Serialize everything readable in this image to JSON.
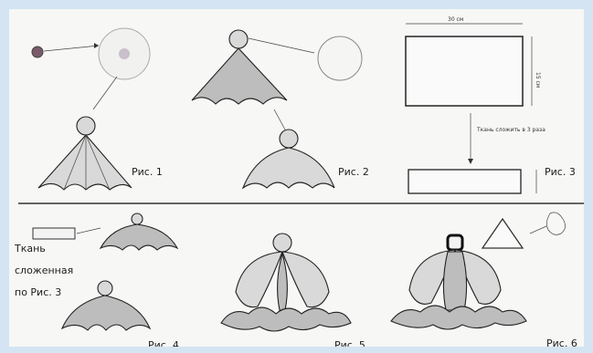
{
  "figures": {
    "fig1": "Рис. 1",
    "fig2": "Рис. 2",
    "fig3": "Рис. 3",
    "fig4": "Рис. 4",
    "fig5": "Рис. 5",
    "fig6": "Рис. 6"
  },
  "dimensions": {
    "width": "30 см",
    "height": "15 см",
    "fold_note": "Ткань сложить в 3 раза"
  },
  "side_note": {
    "line1": "Ткань",
    "line2": "сложенная",
    "line3": "по Рис. 3"
  }
}
